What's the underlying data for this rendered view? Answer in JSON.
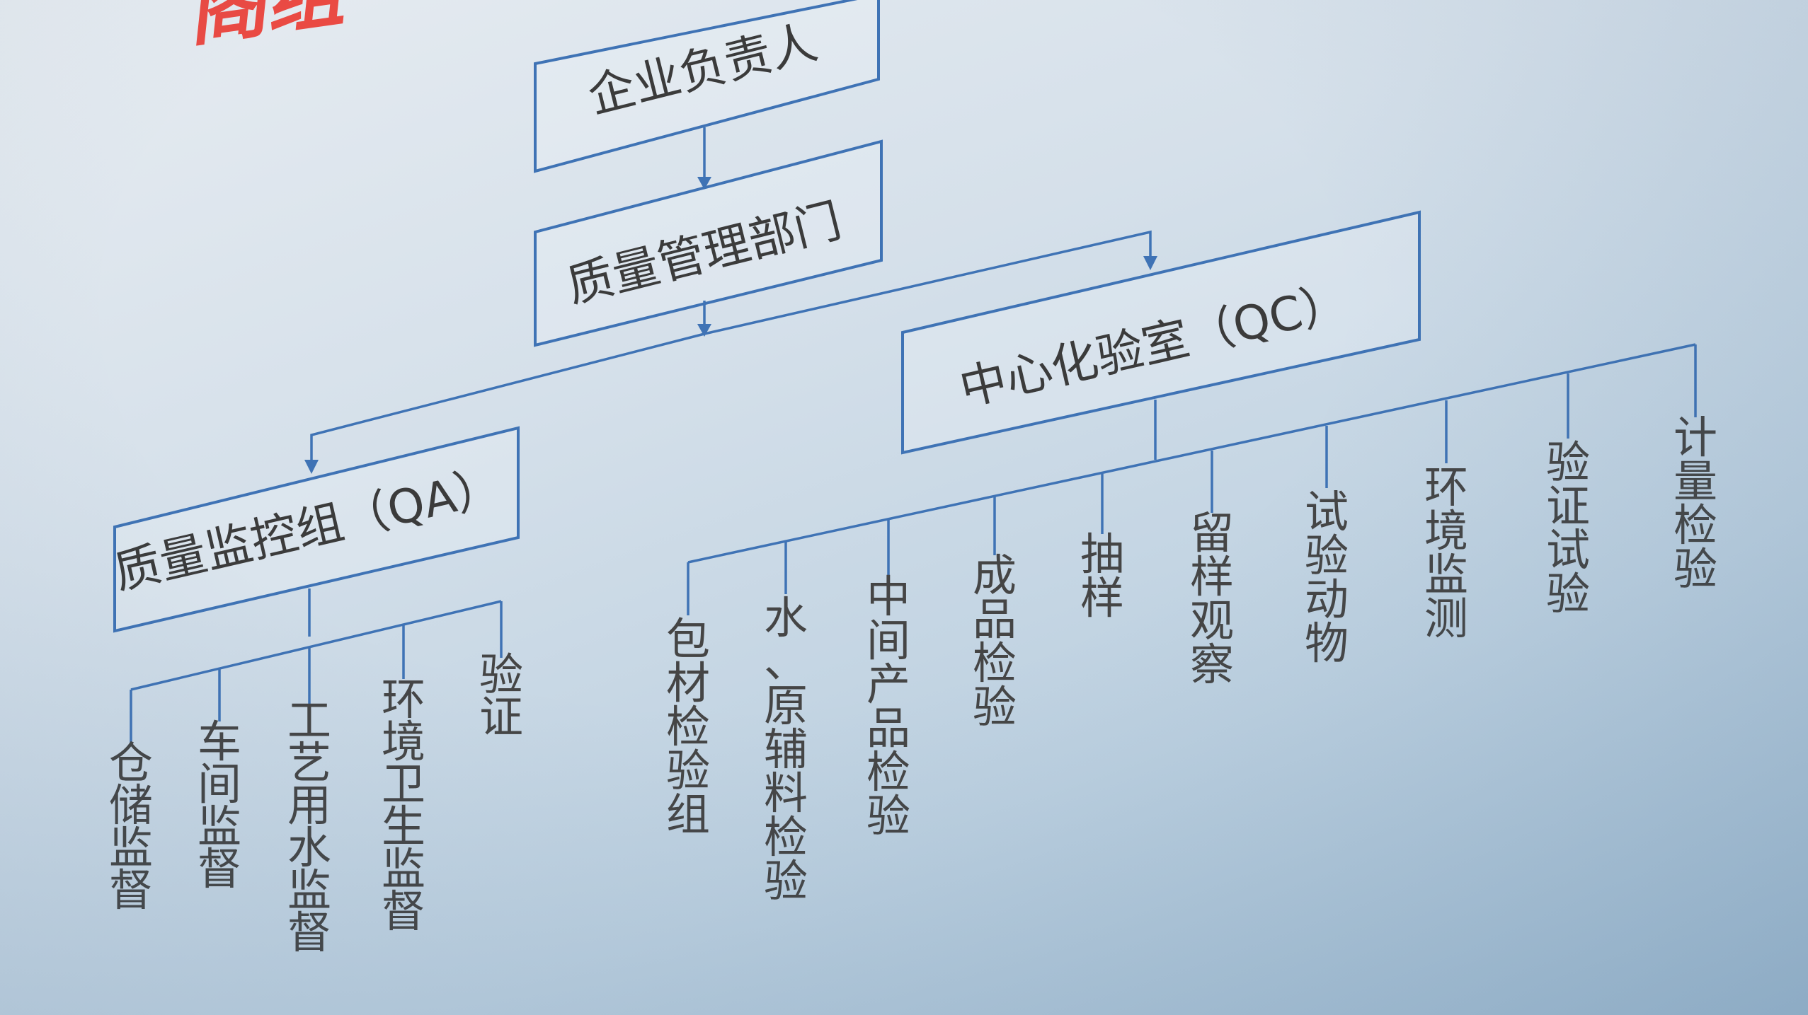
{
  "title_fragment": "阁组",
  "nodes": {
    "head": "企业负责人",
    "qm": "质量管理部门",
    "qc": "中心化验室（QC）",
    "qa": "质量监控组（QA）"
  },
  "qa_children": [
    "仓储监督",
    "车间监督",
    "工艺用水监督",
    "环境卫生监督",
    "验证"
  ],
  "qc_children": [
    "包材检验组",
    "水、原辅料检验",
    "中间产品检验",
    "成品检验",
    "抽样",
    "留样观察",
    "试验动物",
    "环境监测",
    "验证试验",
    "计量检验"
  ],
  "colors": {
    "line": "#3f73b5",
    "text": "#3b3b3b",
    "title_accent": "#ea4a43",
    "background": "#d5e0ea"
  }
}
